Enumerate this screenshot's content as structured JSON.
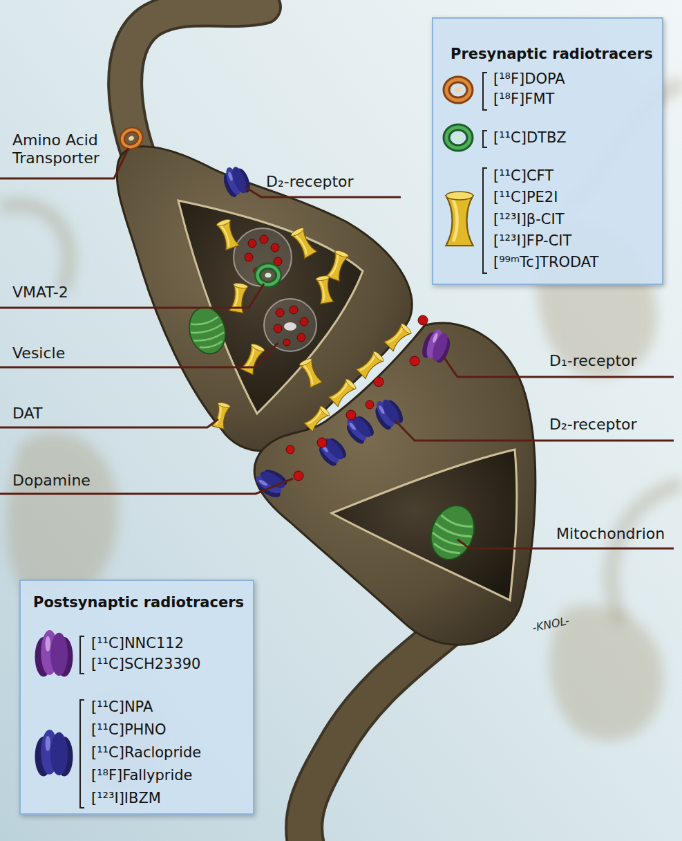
{
  "diagram": {
    "nodes": [
      {
        "text": [
          "Presynaptic radiotracers"
        ]
      },
      {
        "text": [
          "Postsynaptic radiotracers"
        ]
      }
    ],
    "labels": [
      "Amino Acid Transporter",
      "D₂-receptor",
      "VMAT-2",
      "Vesicle",
      "DAT",
      "Dopamine",
      "D₁-receptor",
      "D₂-receptor",
      "Mitochondrion",
      "-KNOL-"
    ],
    "legend": [
      {
        "text": "[¹⁸F]DOPA"
      },
      {
        "text": "[¹⁸F]FMT"
      },
      {
        "text": "[¹¹C]DTBZ"
      },
      {
        "text": "[¹¹C]CFT"
      },
      {
        "text": "[¹¹C]PE2I"
      },
      {
        "text": "[¹²³I]β-CIT"
      },
      {
        "text": "[¹²³I]FP-CIT"
      },
      {
        "text": "[⁹⁹ᵐTc]TRODAT"
      },
      {
        "text": "[¹¹C]NNC112"
      },
      {
        "text": "[¹¹C]SCH23390"
      },
      {
        "text": "[¹¹C]NPA"
      },
      {
        "text": "[¹¹C]PHNO"
      },
      {
        "text": "[¹¹C]Raclopride"
      },
      {
        "text": "[¹⁸F]Fallypride"
      },
      {
        "text": "[¹²³I]IBZM"
      }
    ]
  }
}
